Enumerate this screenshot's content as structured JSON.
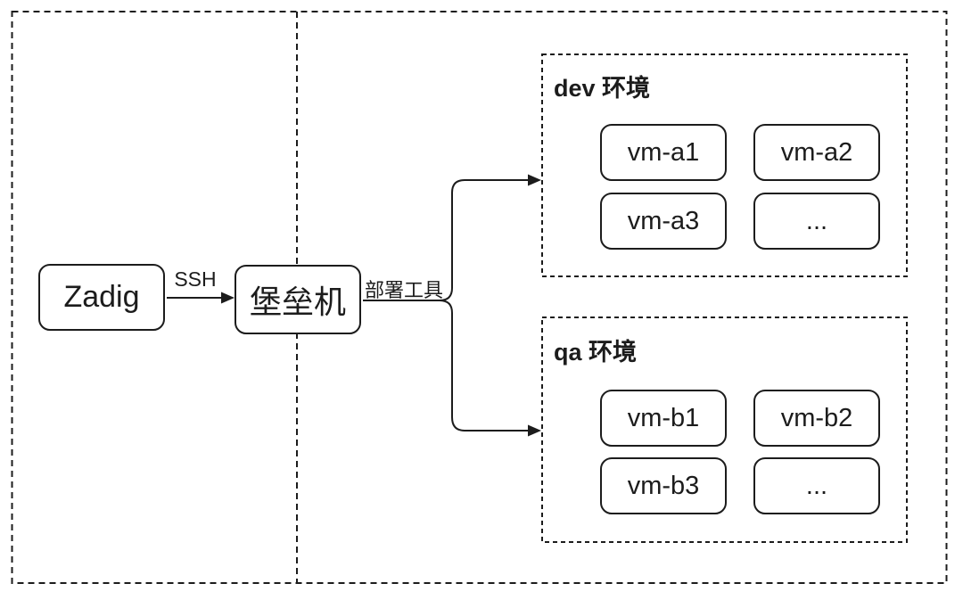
{
  "diagram": {
    "background_color": "#ffffff",
    "stroke_color": "#1c1c1c",
    "nodes": {
      "zadig": {
        "label": "Zadig"
      },
      "bastion": {
        "label": "堡垒机"
      }
    },
    "edges": {
      "ssh": {
        "label": "SSH",
        "from": "Zadig",
        "to": "堡垒机"
      },
      "deploy": {
        "label": "部署工具",
        "from": "堡垒机",
        "to": [
          "dev 环境",
          "qa 环境"
        ]
      }
    },
    "groups": [
      {
        "id": "dev",
        "title": "dev 环境",
        "vms": [
          "vm-a1",
          "vm-a2",
          "vm-a3",
          "..."
        ]
      },
      {
        "id": "qa",
        "title": "qa 环境",
        "vms": [
          "vm-b1",
          "vm-b2",
          "vm-b3",
          "..."
        ]
      }
    ]
  }
}
